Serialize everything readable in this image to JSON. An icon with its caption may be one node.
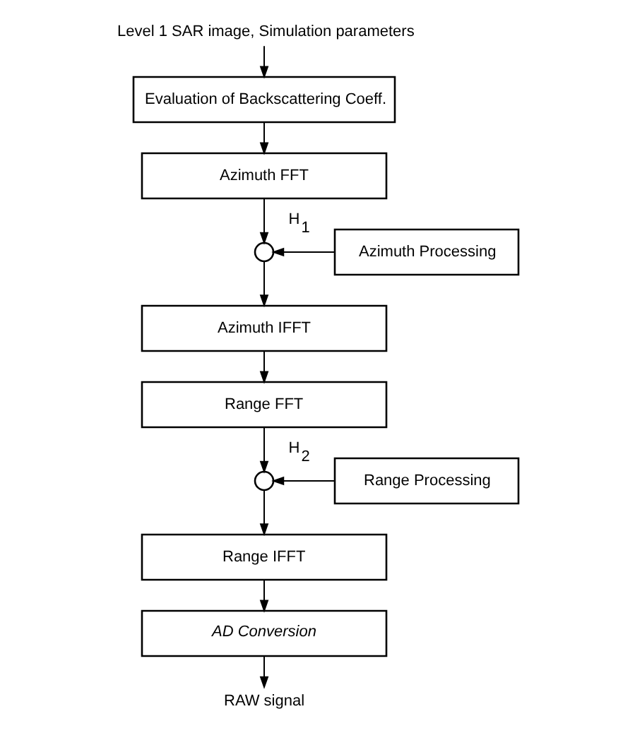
{
  "diagram": {
    "nodes": [
      {
        "text": [
          "Level 1 SAR image, Simulation parameters"
        ]
      },
      {
        "text": [
          "Evaluation of Backscattering Coeff."
        ]
      },
      {
        "text": [
          "Azimuth FFT"
        ]
      },
      {
        "text": [],
        "shape": "circle"
      },
      {
        "text": [
          "Azimuth Processing"
        ]
      },
      {
        "text": [
          "Azimuth IFFT"
        ]
      },
      {
        "text": [
          "Range FFT"
        ]
      },
      {
        "text": [],
        "shape": "circle"
      },
      {
        "text": [
          "Range Processing"
        ]
      },
      {
        "text": [
          "Range IFFT"
        ]
      },
      {
        "text": [
          "AD Conversion"
        ]
      },
      {
        "text": [
          "RAW signal"
        ]
      }
    ],
    "edges": [
      {
        "from": 0,
        "to": 1,
        "arrow": "to"
      },
      {
        "from": 1,
        "to": 2,
        "arrow": "to"
      },
      {
        "from": 2,
        "to": 3,
        "arrow": "to"
      },
      {
        "from": 4,
        "to": 3,
        "arrow": "to",
        "label": "H$_{1}$"
      },
      {
        "from": 3,
        "to": 5,
        "arrow": "to"
      },
      {
        "from": 5,
        "to": 6,
        "arrow": "to"
      },
      {
        "from": 6,
        "to": 7,
        "arrow": "to"
      },
      {
        "from": 8,
        "to": 7,
        "arrow": "to",
        "label": "H$_{2}$"
      },
      {
        "from": 7,
        "to": 9,
        "arrow": "to"
      },
      {
        "from": 9,
        "to": 10,
        "arrow": "to"
      },
      {
        "from": 10,
        "to": 11,
        "arrow": "to"
      }
    ]
  }
}
